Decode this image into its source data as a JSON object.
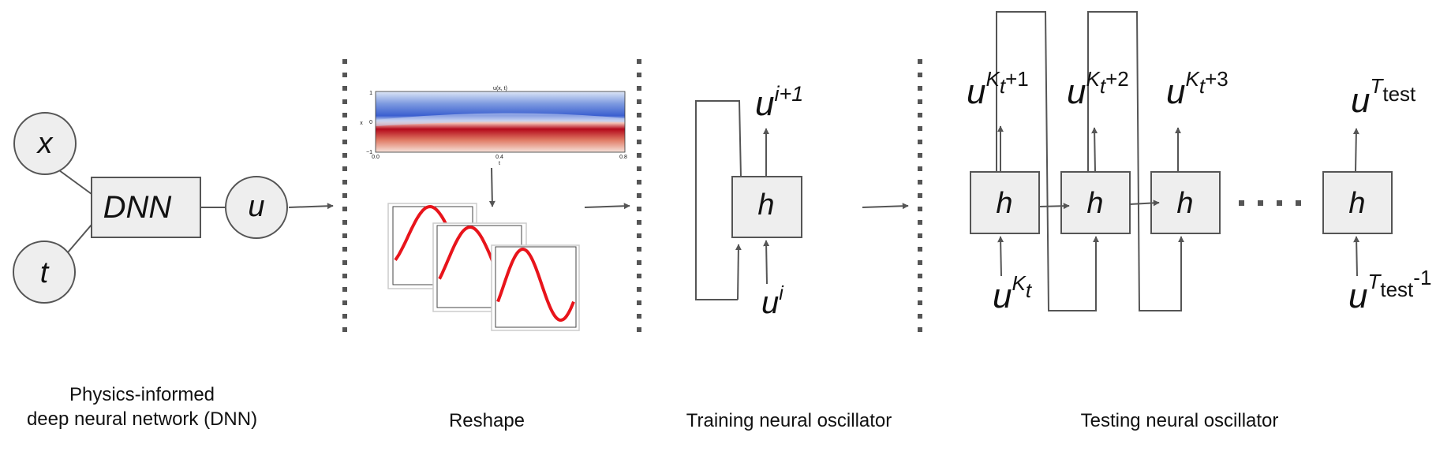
{
  "pinn": {
    "inputs": [
      "x",
      "t"
    ],
    "network_label": "DNN",
    "output": "u"
  },
  "reshape": {
    "heatmap": {
      "title": "u(x, t)",
      "ylabel": "x",
      "xlabel": "t",
      "yticks": [
        "1",
        "0",
        "−1"
      ],
      "xticks": [
        "0.0",
        "0.4",
        "0.8"
      ]
    },
    "wave_color": "#e8141b"
  },
  "training": {
    "cell_label": "h",
    "output_base": "u",
    "output_sup": "i+1",
    "input_base": "u",
    "input_sup": "i"
  },
  "testing": {
    "cell_label": "h",
    "outputs": [
      {
        "base": "u",
        "sup": "K",
        "subsup": "t",
        "tail": "+1"
      },
      {
        "base": "u",
        "sup": "K",
        "subsup": "t",
        "tail": "+2"
      },
      {
        "base": "u",
        "sup": "K",
        "subsup": "t",
        "tail": "+3"
      },
      {
        "base": "u",
        "sup": "T",
        "subsup": "test",
        "tail": ""
      }
    ],
    "first_input": {
      "base": "u",
      "sup": "K",
      "subsup": "t"
    },
    "last_input": {
      "base": "u",
      "sup": "T",
      "subsup": "test",
      "tail": "-1"
    }
  },
  "captions": {
    "pinn_line1": "Physics-informed",
    "pinn_line2": "deep neural network (DNN)",
    "reshape": "Reshape",
    "training": "Training neural oscillator",
    "testing": "Testing neural oscillator"
  },
  "colors": {
    "node_fill": "#eeeeee",
    "stroke": "#555555",
    "wave": "#e8141b",
    "heat_blue": "#3b5fd0",
    "heat_red": "#b4091b"
  }
}
